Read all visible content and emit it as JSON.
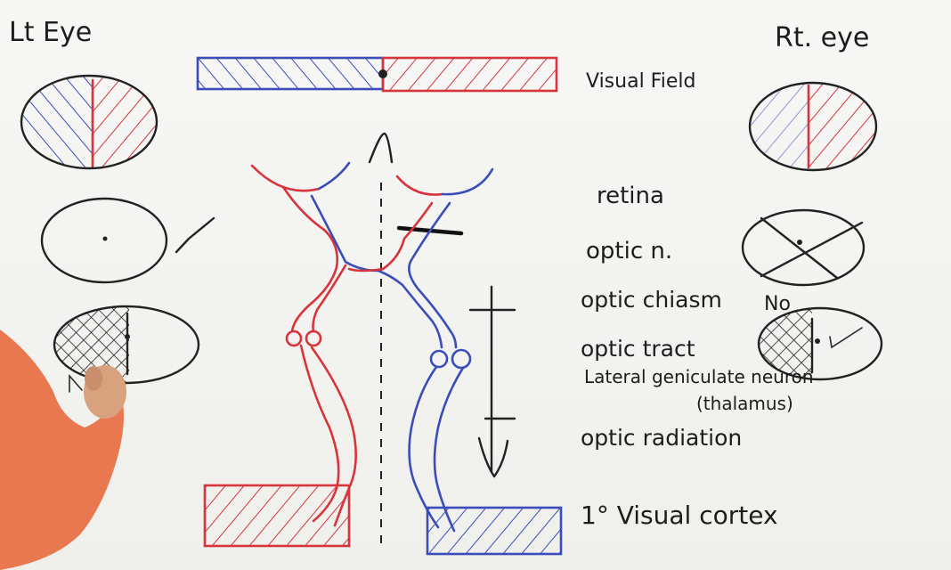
{
  "eyes": {
    "left_title": "Lt Eye",
    "right_title": "Rt. eye",
    "right_no_mark": "No"
  },
  "pathway_labels": {
    "visual_field": "Visual Field",
    "retina": "retina",
    "optic_nerve": "optic n.",
    "optic_chiasm": "optic chiasm",
    "optic_tract": "optic tract",
    "lgn": "Lateral geniculate neuron",
    "lgn_sub": "(thalamus)",
    "optic_radiation": "optic radiation",
    "visual_cortex": "1° Visual cortex"
  },
  "colors": {
    "red": "#d8343c",
    "blue": "#3b4db8",
    "ink": "#222222",
    "board": "#f3f3f1",
    "hand": "#e9774f"
  }
}
